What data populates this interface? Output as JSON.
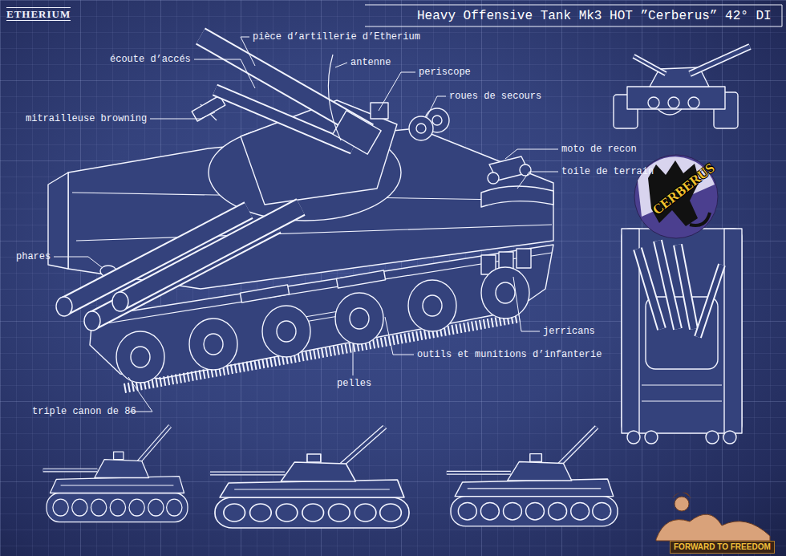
{
  "diagram": {
    "title": "Heavy Offensive Tank Mk3 HOT ”Cerberus” 42° DI",
    "labels": [
      "ETHERIUM",
      "pièce d’artillerie d’Etherium",
      "écoute d’accés",
      "antenne",
      "periscope",
      "mitrailleuse browning",
      "roues de secours",
      "moto de recon",
      "toile de terrain",
      "phares",
      "jerricans",
      "outils et munitions d’infanterie",
      "pelles",
      "triple canon de 86",
      "CERBERUS",
      "FORWARD TO FREEDOM"
    ]
  }
}
